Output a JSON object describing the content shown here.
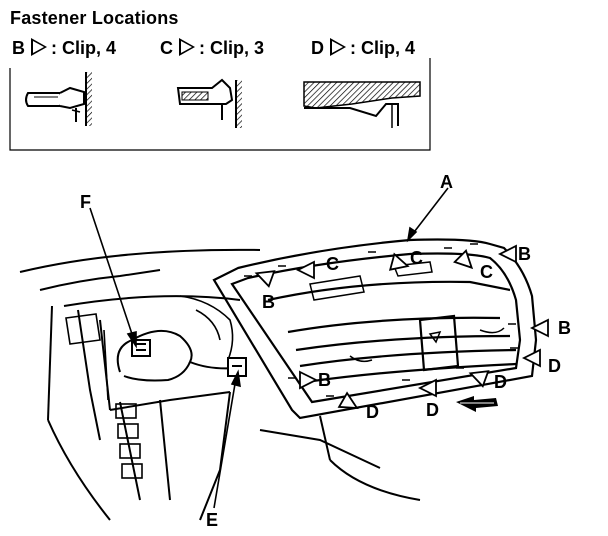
{
  "title": "Fastener Locations",
  "legend": [
    {
      "letter": "B",
      "text": ": Clip, 4"
    },
    {
      "letter": "C",
      "text": ": Clip, 3"
    },
    {
      "letter": "D",
      "text": ": Clip, 4"
    }
  ],
  "callouts": {
    "A": "A",
    "B": "B",
    "C": "C",
    "D": "D",
    "E": "E",
    "F": "F"
  }
}
